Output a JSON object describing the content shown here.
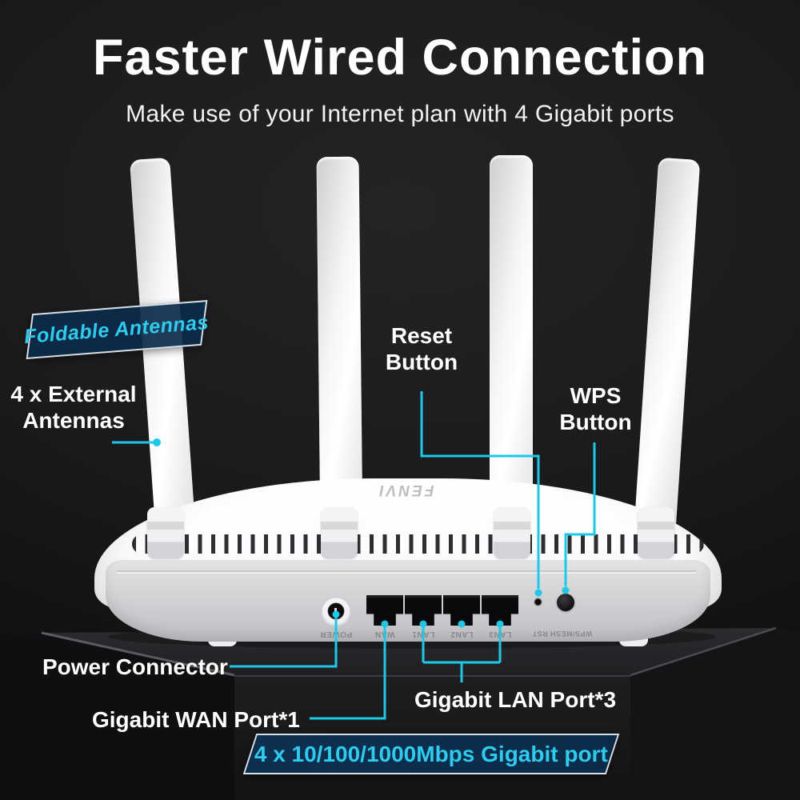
{
  "header": {
    "title": "Faster Wired Connection",
    "subtitle": "Make use of your Internet plan with 4 Gigabit ports"
  },
  "callouts": {
    "foldable_antennas": "Foldable Antennas",
    "external_antennas_line1": "4 x External",
    "external_antennas_line2": "Antennas",
    "reset_line1": "Reset",
    "reset_line2": "Button",
    "wps_line1": "WPS",
    "wps_line2": "Button",
    "power_connector": "Power Connector",
    "wan_port": "Gigabit WAN Port*1",
    "lan_port": "Gigabit LAN Port*3",
    "gigabit_badge": "4 x 10/100/1000Mbps Gigabit port"
  },
  "device": {
    "brand_logo": "FENVI",
    "port_labels": [
      "POWER",
      "WAN",
      "LAN1",
      "LAN2",
      "LAN3"
    ],
    "button_labels": [
      "RST",
      "WPS/MESH"
    ]
  },
  "colors": {
    "accent": "#1EC9E8",
    "badge_text": "#2FCBEF",
    "badge_bg": "#0B2B49",
    "badge_border": "#D9E0E5"
  }
}
